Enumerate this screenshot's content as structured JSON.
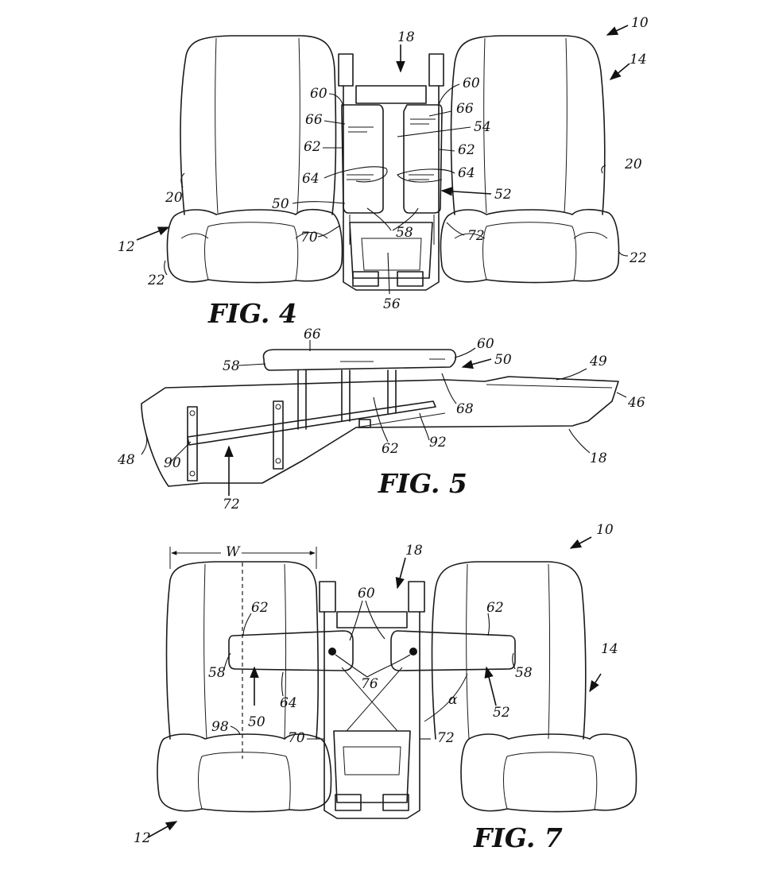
{
  "figures": {
    "fig4": {
      "label": "FIG. 4"
    },
    "fig5": {
      "label": "FIG. 5"
    },
    "fig7": {
      "label": "FIG. 7"
    }
  },
  "labels": {
    "fig4": [
      "10",
      "14",
      "18",
      "60",
      "60",
      "66",
      "66",
      "54",
      "62",
      "62",
      "64",
      "64",
      "20",
      "20",
      "50",
      "52",
      "12",
      "70",
      "58",
      "72",
      "22",
      "22",
      "56"
    ],
    "fig5": [
      "66",
      "60",
      "50",
      "58",
      "49",
      "68",
      "46",
      "48",
      "90",
      "62",
      "92",
      "18",
      "72"
    ],
    "fig7": [
      "10",
      "W",
      "18",
      "60",
      "62",
      "62",
      "58",
      "58",
      "76",
      "14",
      "64",
      "50",
      "α",
      "52",
      "98",
      "70",
      "72",
      "12"
    ]
  }
}
